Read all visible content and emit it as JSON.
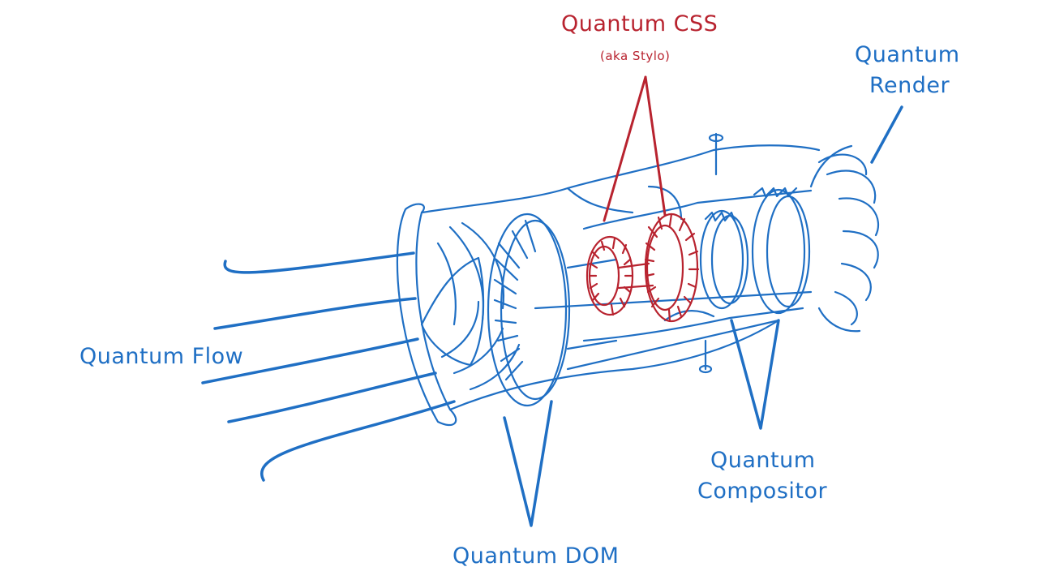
{
  "labels": {
    "quantum_css": "Quantum CSS",
    "aka_stylo": "(aka Stylo)",
    "quantum_render_line1": "Quantum",
    "quantum_render_line2": "Render",
    "quantum_flow": "Quantum Flow",
    "quantum_dom": "Quantum DOM",
    "quantum_compositor_line1": "Quantum",
    "quantum_compositor_line2": "Compositor"
  },
  "colors": {
    "primary_blue": "#1f6fc4",
    "highlight_red": "#b8232f",
    "background": "#ffffff"
  },
  "icons": [
    "jet-engine-icon"
  ]
}
